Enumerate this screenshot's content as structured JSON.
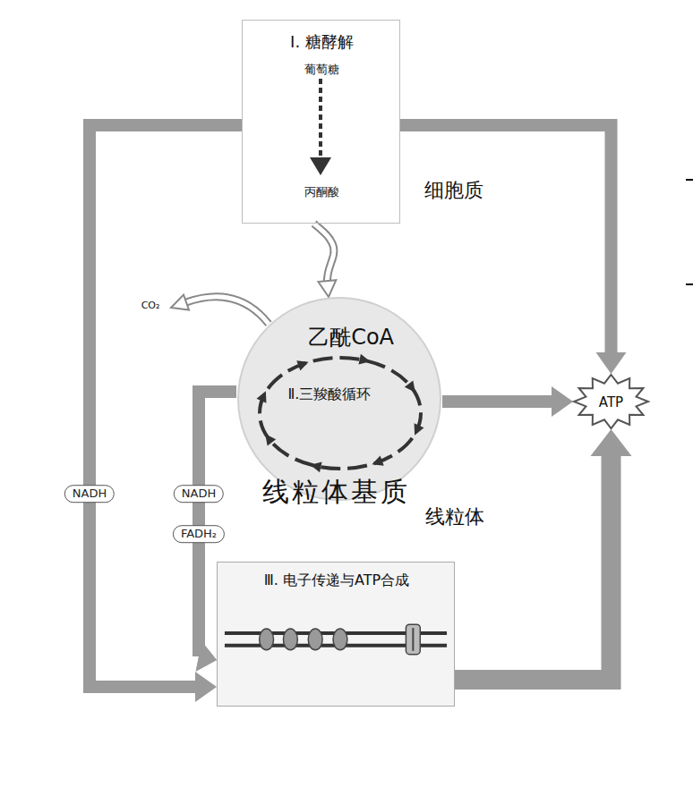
{
  "diagram": {
    "nodes": [
      {
        "text": [
          "Ⅰ. 糖酵解",
          "葡萄糖",
          "丙酮酸"
        ]
      },
      {
        "text": [
          "线粒体"
        ]
      },
      {
        "text": [
          "乙酰CoA",
          "Ⅱ.三羧酸循环"
        ],
        "in": 1
      },
      {
        "text": [
          "Ⅲ. 电子传递与ATP合成"
        ],
        "in": 1
      },
      {
        "text": [
          "ATP"
        ]
      }
    ],
    "edges": [
      {
        "from": 0,
        "to": 2,
        "arrow": "to"
      },
      {
        "from": 0,
        "to": 4,
        "arrow": "to"
      },
      {
        "from": 0,
        "to": 3,
        "arrow": "to",
        "label": "NADH"
      },
      {
        "from": 2,
        "to": 4,
        "arrow": "to"
      },
      {
        "from": 2,
        "to": 3,
        "arrow": "to",
        "label": "NADH"
      },
      {
        "from": 2,
        "to": 3,
        "arrow": "to",
        "label": "FADH₂"
      },
      {
        "from": 3,
        "to": 4,
        "arrow": "to"
      }
    ],
    "labels": [
      "细胞质",
      "线粒体基质",
      "CO₂"
    ]
  }
}
